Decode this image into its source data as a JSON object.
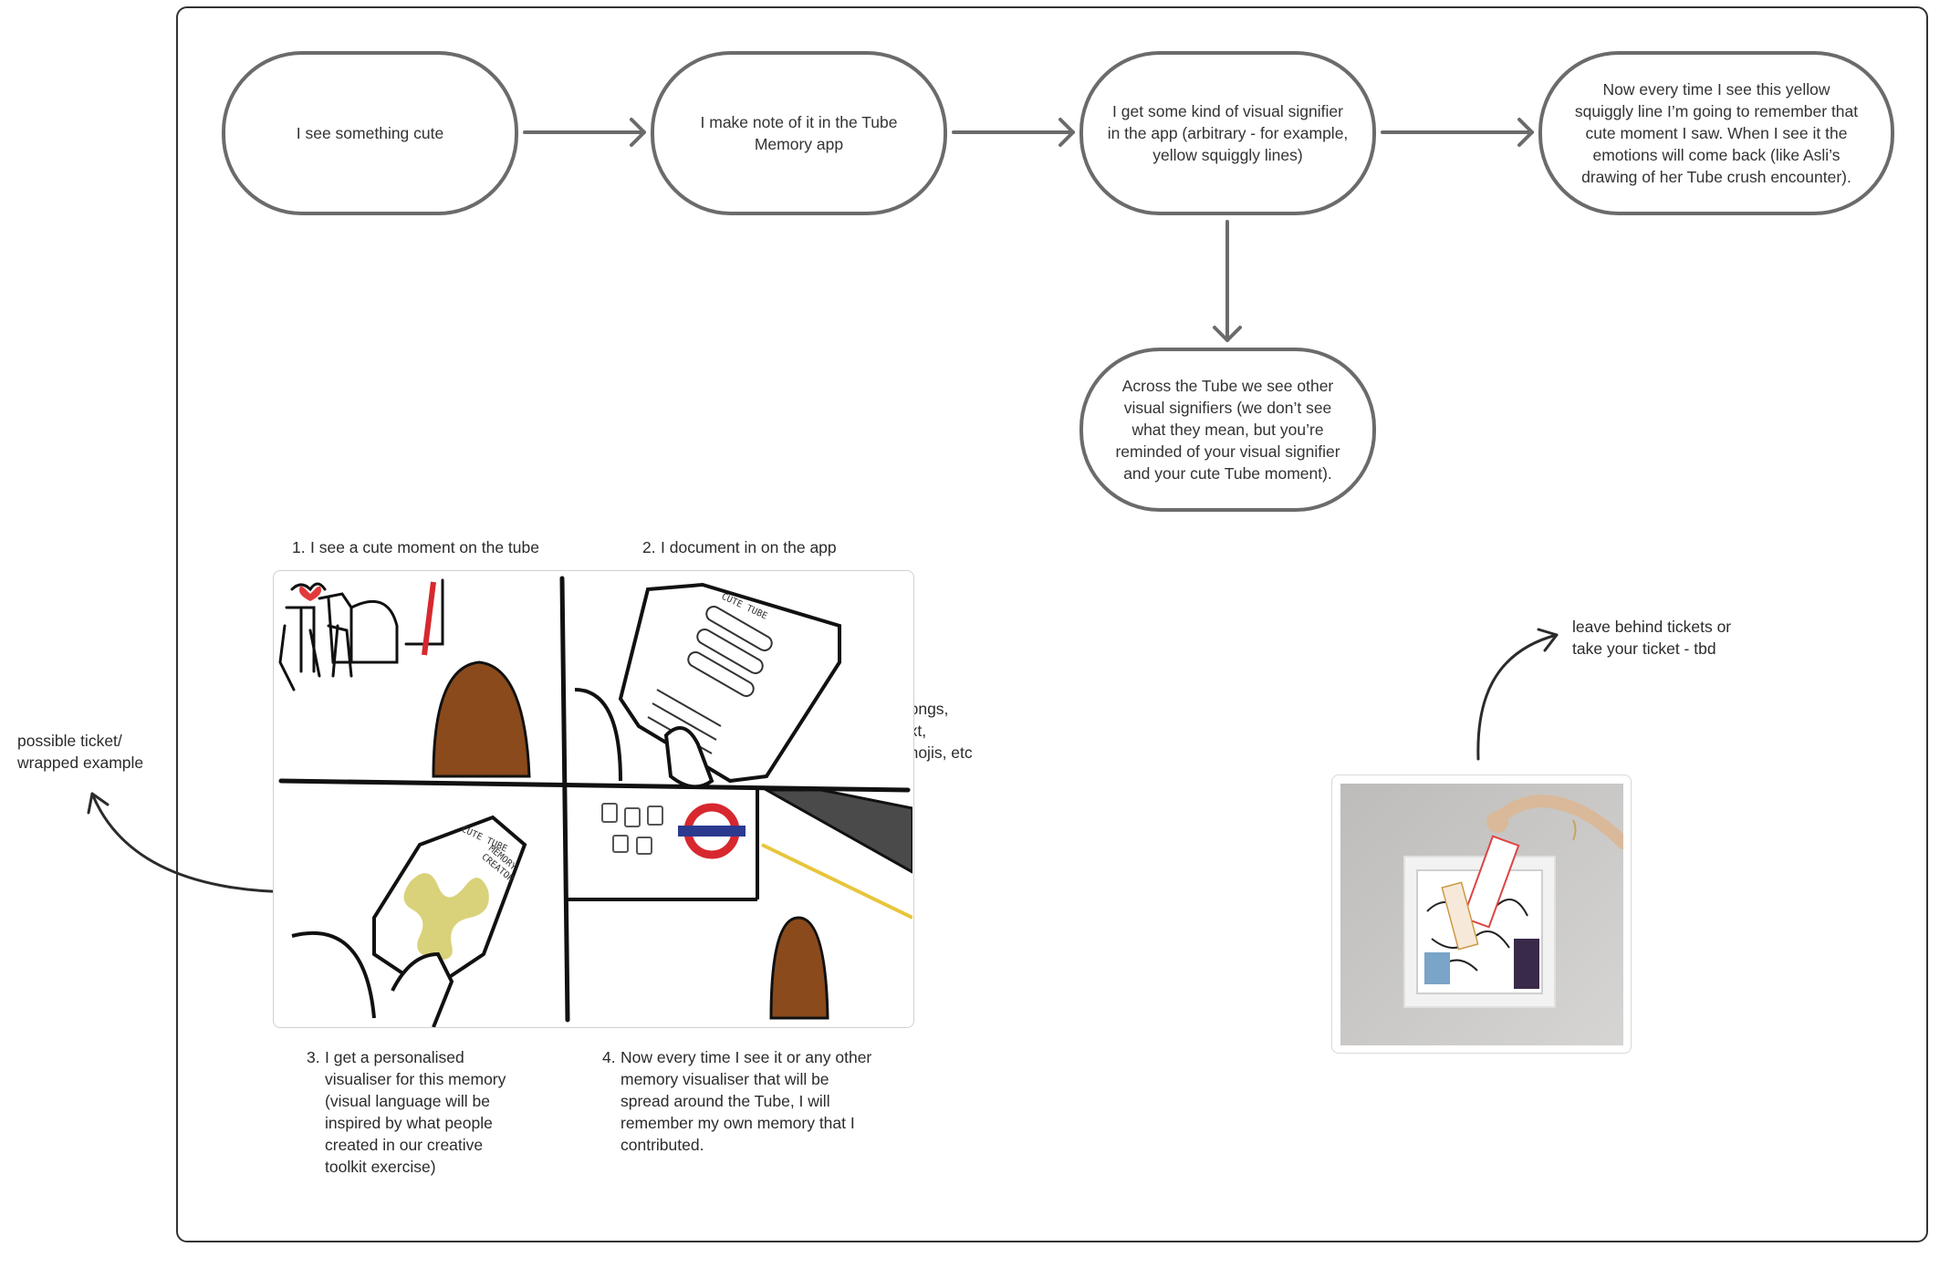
{
  "flow": {
    "step1": "I see something cute",
    "step2": "I make note of it in the Tube Memory app",
    "step3": "I get some kind of visual signifier in the app (arbitrary - for example, yellow squiggly lines)",
    "step4": "Now every time I see this yellow squiggly line I’m going to remember that cute moment I saw. When I see it the emotions will come back (like Asli’s drawing of her Tube crush encounter).",
    "step5": "Across the Tube we see other visual signifiers (we don’t see what they mean, but you’re reminded of your visual signifier and your cute Tube moment)."
  },
  "storyboard": {
    "c1_num": "1.",
    "c1_text": "I see a cute moment on the tube",
    "c2_num": "2.",
    "c2_text": "I document in on the app",
    "c3_num": "3.",
    "c3_text": "I get a personalised\nvisualiser for this memory\n(visual language will be\ninspired by what people\ncreated in our creative\ntoolkit exercise)",
    "c4_num": "4.",
    "c4_text": "Now every time I see it or any other\nmemory visualiser that will be\nspread around the Tube, I will\nremember my own memory that I\ncontributed.",
    "side_note": "I can add songs,\nweather, text,\ndrawing, emojis, etc",
    "phone_label_1": "CUTE TUBE",
    "phone_label_2": "CUTE TUBE",
    "phone_label_3": "MEMORY\nCREATOR"
  },
  "notes": {
    "ticket": "possible ticket/\nwrapped example",
    "leave": "leave behind tickets or\ntake your ticket - tbd"
  },
  "colors": {
    "node_border": "#6b6b6b",
    "arrow": "#6b6b6b",
    "squiggle": "#d9d27a",
    "heart": "#e23a3a",
    "roundel_red": "#d7282f",
    "roundel_blue": "#2b3a8f",
    "platform_yellow": "#e8c53a"
  }
}
